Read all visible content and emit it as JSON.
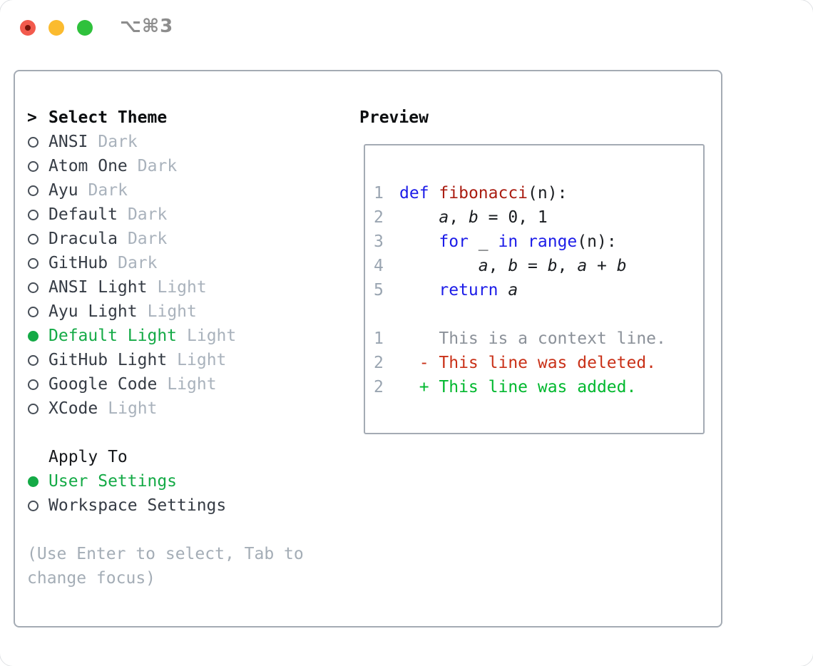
{
  "titlebar": {
    "shortcut": "⌥⌘3"
  },
  "theme_panel": {
    "cursor": ">",
    "title": "Select Theme",
    "items": [
      {
        "name": "ANSI",
        "variant": "Dark",
        "selected": false
      },
      {
        "name": "Atom One",
        "variant": "Dark",
        "selected": false
      },
      {
        "name": "Ayu",
        "variant": "Dark",
        "selected": false
      },
      {
        "name": "Default",
        "variant": "Dark",
        "selected": false
      },
      {
        "name": "Dracula",
        "variant": "Dark",
        "selected": false
      },
      {
        "name": "GitHub",
        "variant": "Dark",
        "selected": false
      },
      {
        "name": "ANSI Light",
        "variant": "Light",
        "selected": false
      },
      {
        "name": "Ayu Light",
        "variant": "Light",
        "selected": false
      },
      {
        "name": "Default Light",
        "variant": "Light",
        "selected": true
      },
      {
        "name": "GitHub Light",
        "variant": "Light",
        "selected": false
      },
      {
        "name": "Google Code",
        "variant": "Light",
        "selected": false
      },
      {
        "name": "XCode",
        "variant": "Light",
        "selected": false
      }
    ]
  },
  "apply_panel": {
    "title": "Apply To",
    "options": [
      {
        "label": "User Settings",
        "selected": true
      },
      {
        "label": "Workspace Settings",
        "selected": false
      }
    ]
  },
  "help_text": "(Use Enter to select, Tab to change focus)",
  "preview": {
    "title": "Preview",
    "code_lines": [
      {
        "num": "1",
        "tokens": [
          {
            "text": "def",
            "style": "kw"
          },
          {
            "text": " ",
            "style": "pl"
          },
          {
            "text": "fibonacci",
            "style": "fn"
          },
          {
            "text": "(n):",
            "style": "pl"
          }
        ]
      },
      {
        "num": "2",
        "tokens": [
          {
            "text": "    ",
            "style": "pl"
          },
          {
            "text": "a",
            "style": "var"
          },
          {
            "text": ", ",
            "style": "pl"
          },
          {
            "text": "b",
            "style": "var"
          },
          {
            "text": " = ",
            "style": "pl"
          },
          {
            "text": "0, 1",
            "style": "pl"
          }
        ]
      },
      {
        "num": "3",
        "tokens": [
          {
            "text": "    ",
            "style": "pl"
          },
          {
            "text": "for",
            "style": "kw"
          },
          {
            "text": " _ ",
            "style": "pl"
          },
          {
            "text": "in",
            "style": "kw"
          },
          {
            "text": " ",
            "style": "pl"
          },
          {
            "text": "range",
            "style": "kw"
          },
          {
            "text": "(n):",
            "style": "pl"
          }
        ]
      },
      {
        "num": "4",
        "tokens": [
          {
            "text": "        ",
            "style": "pl"
          },
          {
            "text": "a",
            "style": "var"
          },
          {
            "text": ", ",
            "style": "pl"
          },
          {
            "text": "b",
            "style": "var"
          },
          {
            "text": " = ",
            "style": "pl"
          },
          {
            "text": "b",
            "style": "var"
          },
          {
            "text": ", ",
            "style": "pl"
          },
          {
            "text": "a",
            "style": "var"
          },
          {
            "text": " + ",
            "style": "pl"
          },
          {
            "text": "b",
            "style": "var"
          }
        ]
      },
      {
        "num": "5",
        "tokens": [
          {
            "text": "    ",
            "style": "pl"
          },
          {
            "text": "return",
            "style": "kw"
          },
          {
            "text": " ",
            "style": "pl"
          },
          {
            "text": "a",
            "style": "var"
          }
        ]
      }
    ],
    "diff_lines": [
      {
        "num": "1",
        "text": "    This is a context line.",
        "style": "context"
      },
      {
        "num": "2",
        "text": "  - This line was deleted.",
        "style": "deleted"
      },
      {
        "num": "2",
        "text": "  + This line was added.",
        "style": "added"
      }
    ]
  },
  "colors": {
    "selection_green": "#14aa46",
    "diff_added_green": "#00b82e",
    "diff_deleted_red": "#c93118",
    "keyword_blue": "#1c1ce8",
    "function_red": "#aa1d12",
    "muted_gray": "#a9b2bc",
    "border_gray": "#a4abb4",
    "traffic_red": "#f25a4d",
    "traffic_yellow": "#fbbb2f",
    "traffic_green": "#2fc13c"
  }
}
